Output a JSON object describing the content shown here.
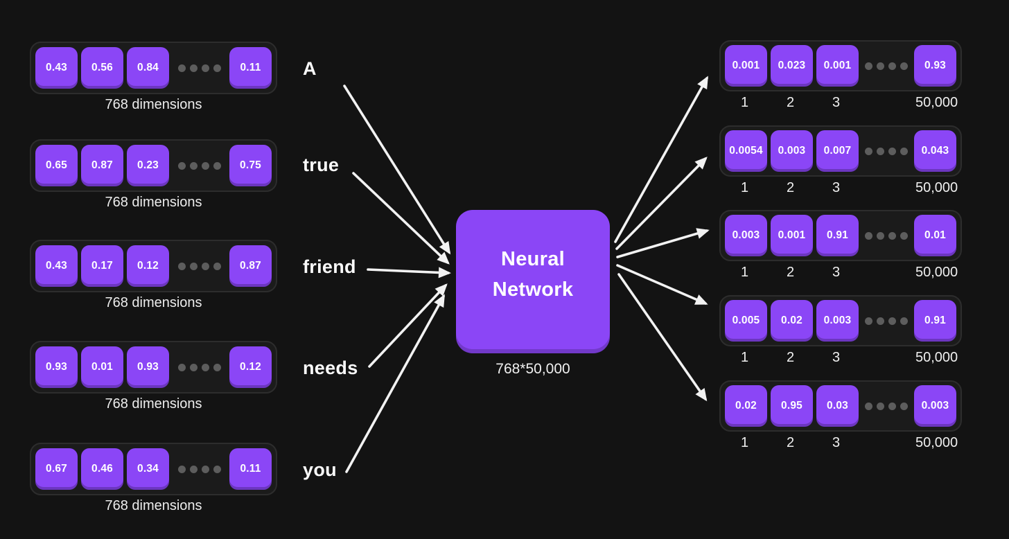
{
  "left_vectors": [
    {
      "values": [
        "0.43",
        "0.56",
        "0.84",
        "0.11"
      ],
      "label": "768 dimensions"
    },
    {
      "values": [
        "0.65",
        "0.87",
        "0.23",
        "0.75"
      ],
      "label": "768 dimensions"
    },
    {
      "values": [
        "0.43",
        "0.17",
        "0.12",
        "0.87"
      ],
      "label": "768 dimensions"
    },
    {
      "values": [
        "0.93",
        "0.01",
        "0.93",
        "0.12"
      ],
      "label": "768 dimensions"
    },
    {
      "values": [
        "0.67",
        "0.46",
        "0.34",
        "0.11"
      ],
      "label": "768 dimensions"
    }
  ],
  "input_words": [
    "A",
    "true",
    "friend",
    "needs",
    "you"
  ],
  "network": {
    "title_line1": "Neural",
    "title_line2": "Network",
    "caption": "768*50,000"
  },
  "right_vectors": [
    {
      "values": [
        "0.001",
        "0.023",
        "0.001",
        "0.93"
      ],
      "index_labels": [
        "1",
        "2",
        "3",
        "50,000"
      ]
    },
    {
      "values": [
        "0.0054",
        "0.003",
        "0.007",
        "0.043"
      ],
      "index_labels": [
        "1",
        "2",
        "3",
        "50,000"
      ]
    },
    {
      "values": [
        "0.003",
        "0.001",
        "0.91",
        "0.01"
      ],
      "index_labels": [
        "1",
        "2",
        "3",
        "50,000"
      ]
    },
    {
      "values": [
        "0.005",
        "0.02",
        "0.003",
        "0.91"
      ],
      "index_labels": [
        "1",
        "2",
        "3",
        "50,000"
      ]
    },
    {
      "values": [
        "0.02",
        "0.95",
        "0.03",
        "0.003"
      ],
      "index_labels": [
        "1",
        "2",
        "3",
        "50,000"
      ]
    }
  ],
  "colors": {
    "background": "#131313",
    "cell_purple": "#8b46f6",
    "row_background": "#1b1b1b",
    "row_border": "#2d2d2d",
    "dot_gray": "#5d5d5d",
    "arrow_white": "#f2f2f2"
  }
}
